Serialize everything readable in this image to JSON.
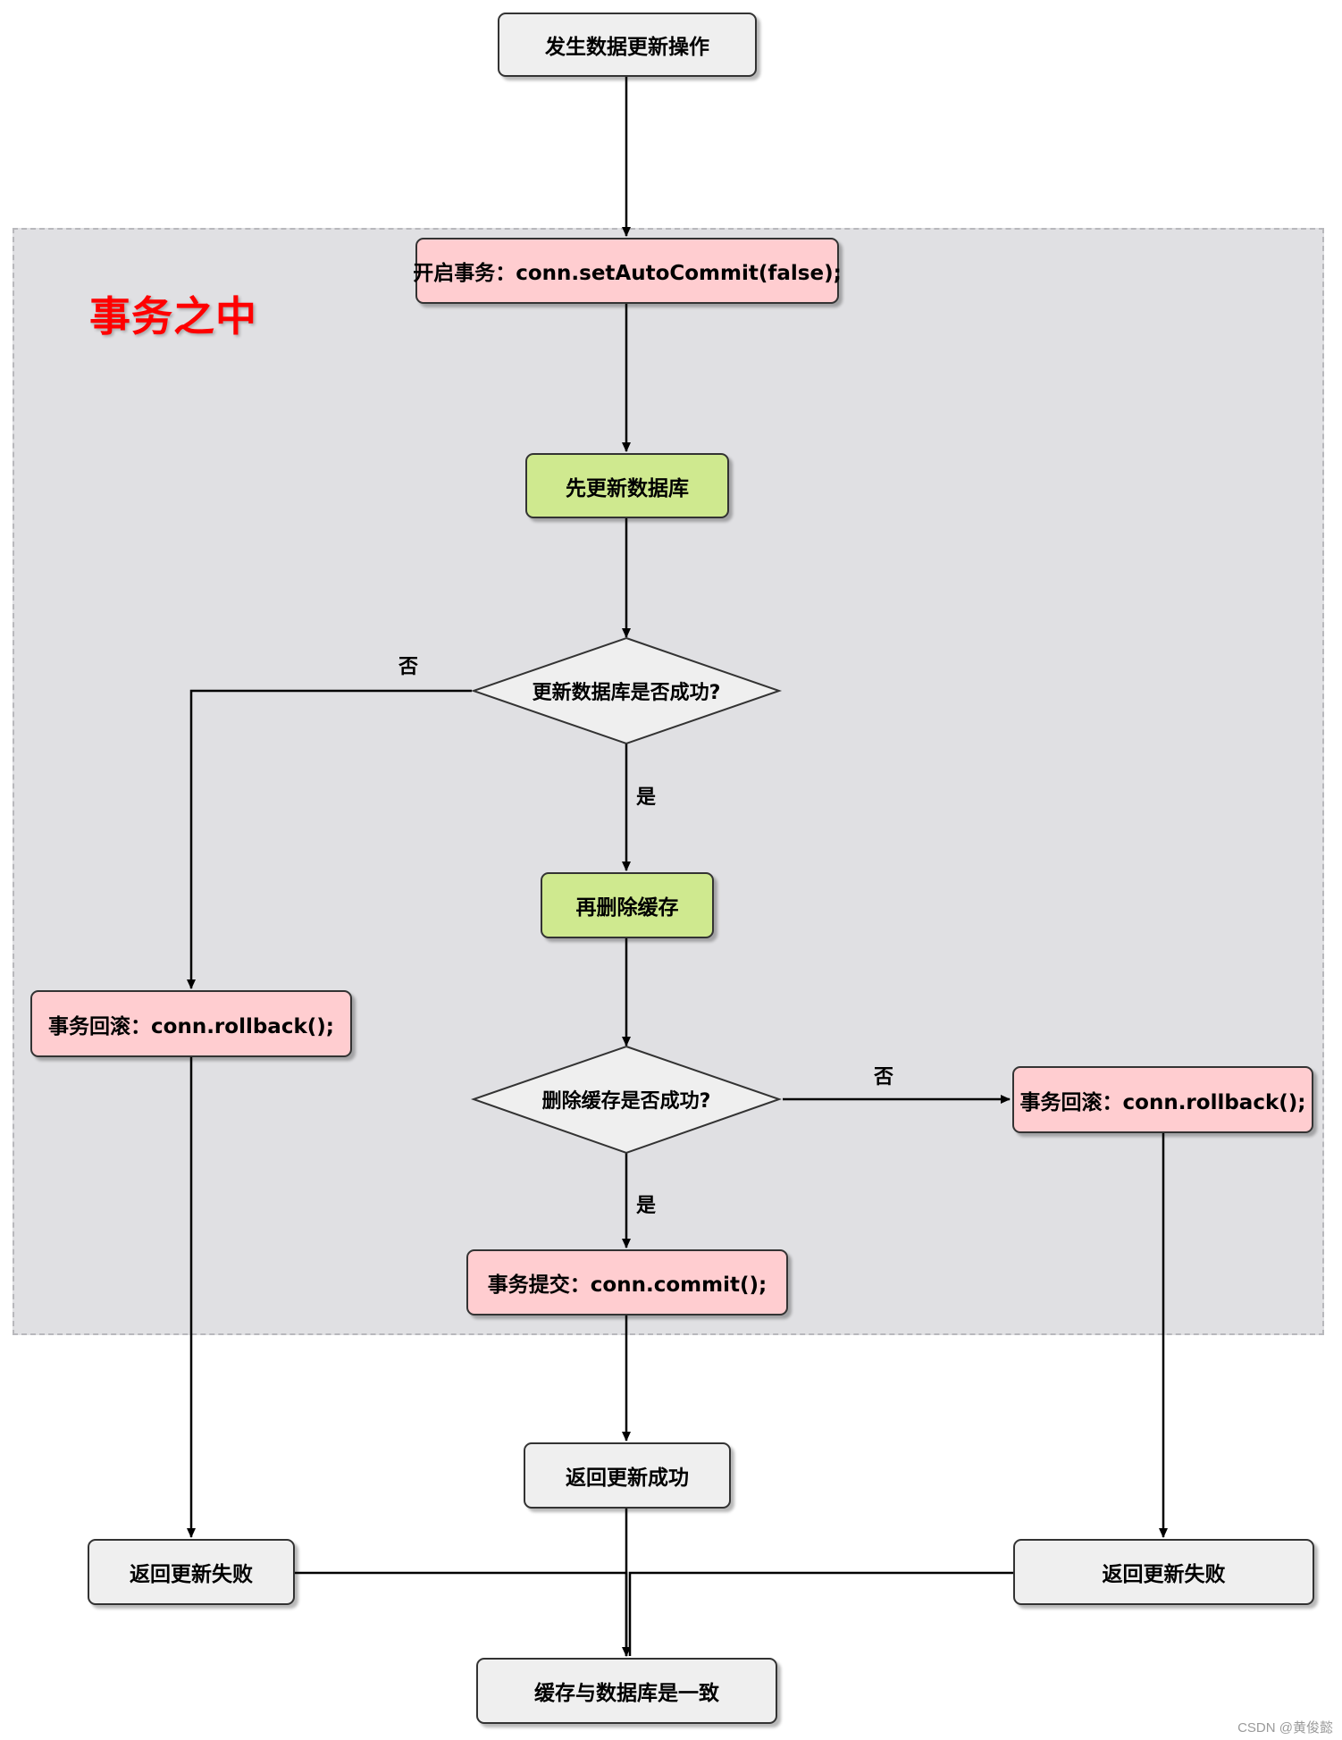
{
  "region": {
    "label": "事务之中"
  },
  "nodes": {
    "start": "发生数据更新操作",
    "begin_tx": "开启事务：conn.setAutoCommit(false);",
    "update_db": "先更新数据库",
    "update_ok": "更新数据库是否成功?",
    "delete_cache": "再删除缓存",
    "delete_ok": "删除缓存是否成功?",
    "rollback_left": "事务回滚：conn.rollback();",
    "rollback_right": "事务回滚：conn.rollback();",
    "commit": "事务提交：conn.commit();",
    "return_success": "返回更新成功",
    "return_fail_left": "返回更新失败",
    "return_fail_right": "返回更新失败",
    "consistent": "缓存与数据库是一致"
  },
  "edge_labels": {
    "update_no": "否",
    "update_yes": "是",
    "delete_no": "否",
    "delete_yes": "是"
  },
  "colors": {
    "gray_fill": "#efefef",
    "pink_fill": "#ffcdd0",
    "green_fill": "#cfe98f",
    "region_fill": "#e0e0e3",
    "region_label": "#ff0000"
  },
  "watermark": "CSDN @黄俊懿"
}
